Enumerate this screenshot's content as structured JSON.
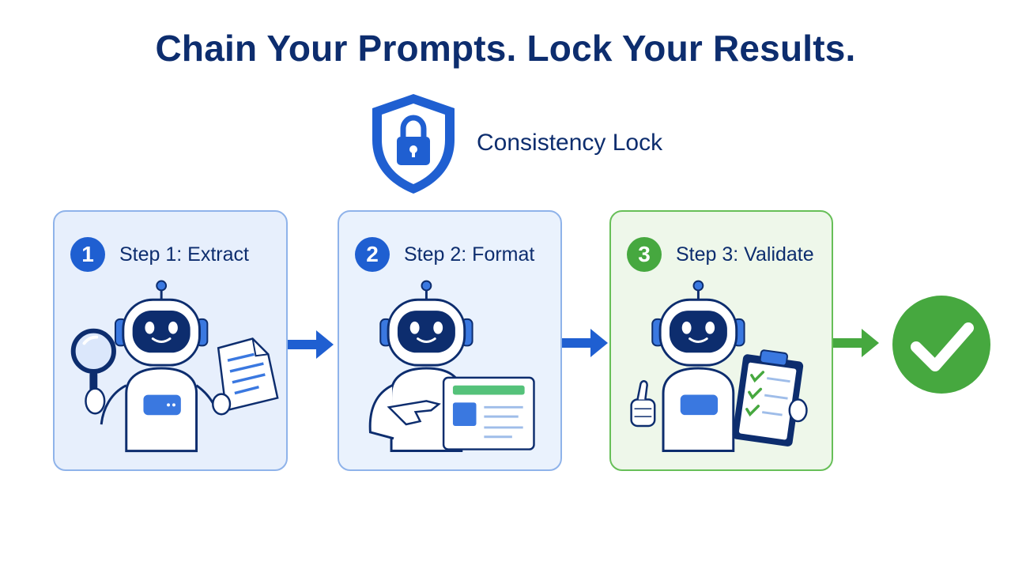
{
  "title": "Chain Your Prompts. Lock Your Results.",
  "lock": {
    "label": "Consistency Lock",
    "icon": "shield-lock-icon"
  },
  "steps": [
    {
      "number": "1",
      "label": "Step 1: Extract",
      "icon": "magnifying-glass-icon"
    },
    {
      "number": "2",
      "label": "Step 2: Format",
      "icon": "layout-panel-icon"
    },
    {
      "number": "3",
      "label": "Step 3: Validate",
      "icon": "clipboard-check-icon"
    }
  ],
  "result_icon": "check-circle-icon",
  "colors": {
    "navy": "#0d2d6e",
    "blue": "#1f5fd1",
    "green": "#46a83f",
    "blue_card_bg": "#e7effc",
    "green_card_bg": "#eef7ea"
  }
}
